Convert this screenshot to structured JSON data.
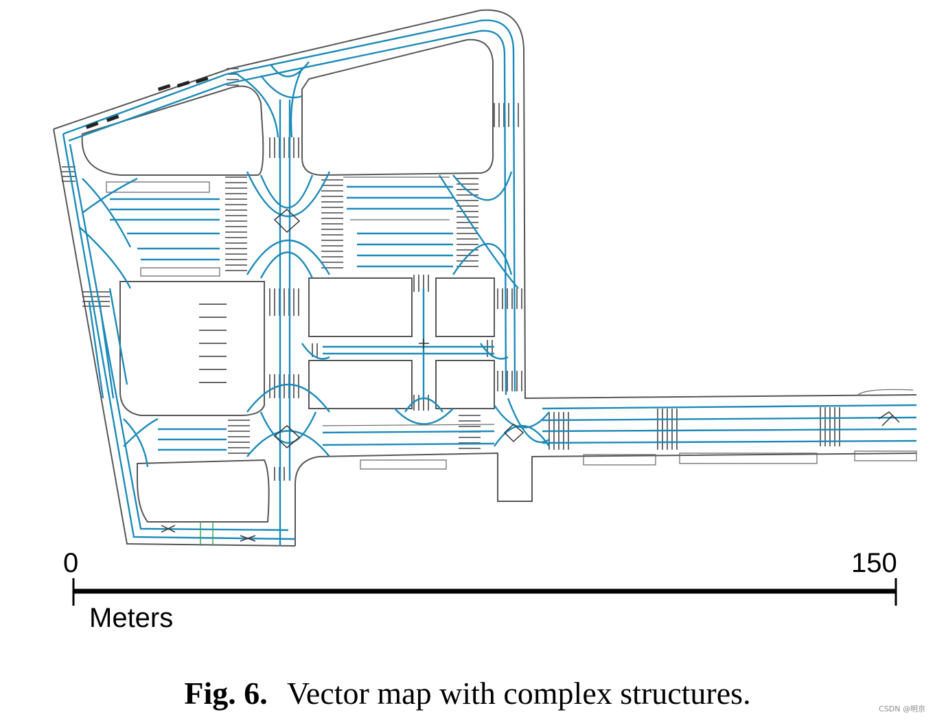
{
  "scale": {
    "start": "0",
    "end": "150",
    "unit": "Meters"
  },
  "caption": {
    "number": "Fig. 6.",
    "text": "Vector map with complex structures."
  },
  "watermark": "CSDN @明京",
  "colors": {
    "lane": "#1b8ab8",
    "curb": "#555555",
    "crosswalk": "#444444",
    "background": "#ffffff"
  }
}
